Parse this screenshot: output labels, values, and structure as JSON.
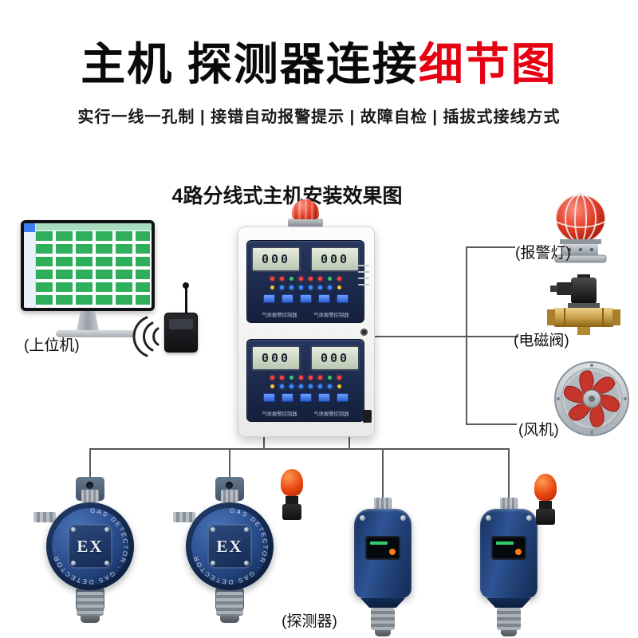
{
  "header": {
    "title_main": "主机 探测器连接",
    "title_accent": "细节图",
    "subtitle": "实行一线一孔制 | 接错自动报警提示 | 故障自检 | 插拔式接线方式"
  },
  "section": {
    "title": "4路分线式主机安装效果图"
  },
  "labels": {
    "host_computer": "(上位机)",
    "alarm_light": "(报警灯)",
    "solenoid_valve": "(电磁阀)",
    "fan": "(风机)",
    "detector": "(探测器)"
  },
  "control_panel": {
    "lcd_value": "000",
    "module_caption": "气体报警控制器"
  },
  "detector": {
    "ex_marking": "EX",
    "ring_text": "GAS DETECTOR · GAS DETECTOR ·"
  },
  "colors": {
    "accent_red": "#e60012",
    "panel_navy": "#1c2c52",
    "detector_blue": "#1d3a6b",
    "beacon_red": "#d42a1e",
    "valve_gold": "#c9a24a",
    "fan_red": "#c5352b",
    "screen_green": "#2fae5c"
  }
}
